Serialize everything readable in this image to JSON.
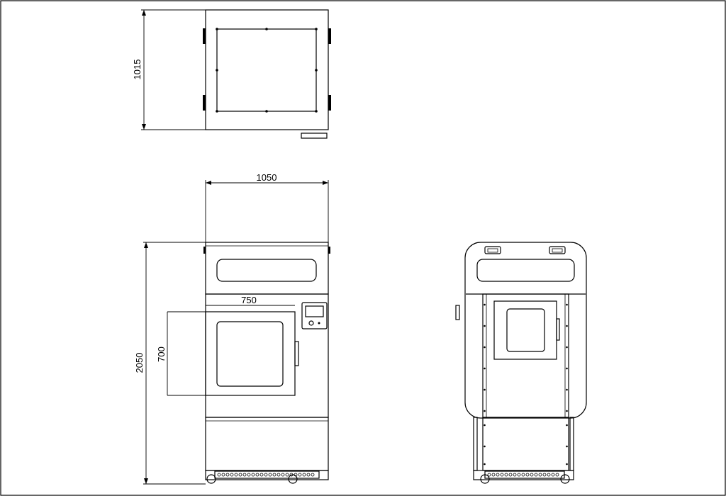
{
  "drawing": {
    "stroke_color": "#000000",
    "background_color": "#ffffff"
  },
  "top_view": {
    "depth_dimension": "1015"
  },
  "front_view": {
    "width_dimension": "1050",
    "height_dimension": "2050",
    "door_width_dimension": "750",
    "door_height_dimension": "700"
  },
  "side_view": {}
}
